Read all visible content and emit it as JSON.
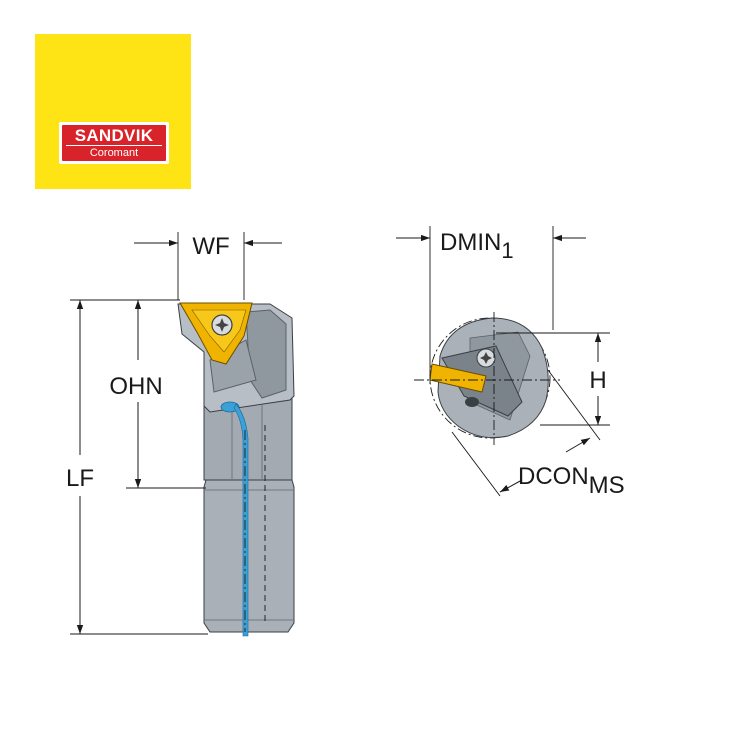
{
  "logo": {
    "brand": "SANDVIK",
    "sub": "Coromant",
    "box_color": "#ffe415",
    "plate_color": "#d8232a"
  },
  "labels": {
    "wf": "WF",
    "ohn": "OHN",
    "lf": "LF",
    "dmin": "DMIN",
    "dmin_sub": "1",
    "h": "H",
    "dcon": "DCON",
    "dcon_sub": "MS"
  },
  "colors": {
    "body": "#a9b0b8",
    "body_dark": "#6f7780",
    "insert": "#f0b400",
    "coolant": "#3aa0d8",
    "lines": "#1a1a1a"
  }
}
